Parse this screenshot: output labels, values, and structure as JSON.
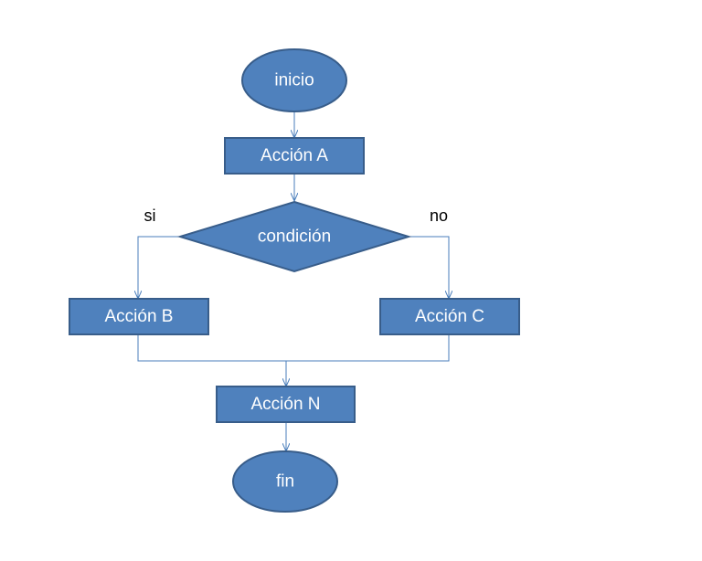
{
  "colors": {
    "node_fill": "#4F81BD",
    "node_stroke": "#385D8A",
    "connector": "#4A7EBB"
  },
  "nodes": {
    "start": {
      "label": "inicio",
      "shape": "ellipse"
    },
    "action_a": {
      "label": "Acción A",
      "shape": "rectangle"
    },
    "condition": {
      "label": "condición",
      "shape": "diamond"
    },
    "action_b": {
      "label": "Acción B",
      "shape": "rectangle"
    },
    "action_c": {
      "label": "Acción C",
      "shape": "rectangle"
    },
    "action_n": {
      "label": "Acción N",
      "shape": "rectangle"
    },
    "end": {
      "label": "fin",
      "shape": "ellipse"
    }
  },
  "branches": {
    "yes_label": "si",
    "no_label": "no"
  }
}
